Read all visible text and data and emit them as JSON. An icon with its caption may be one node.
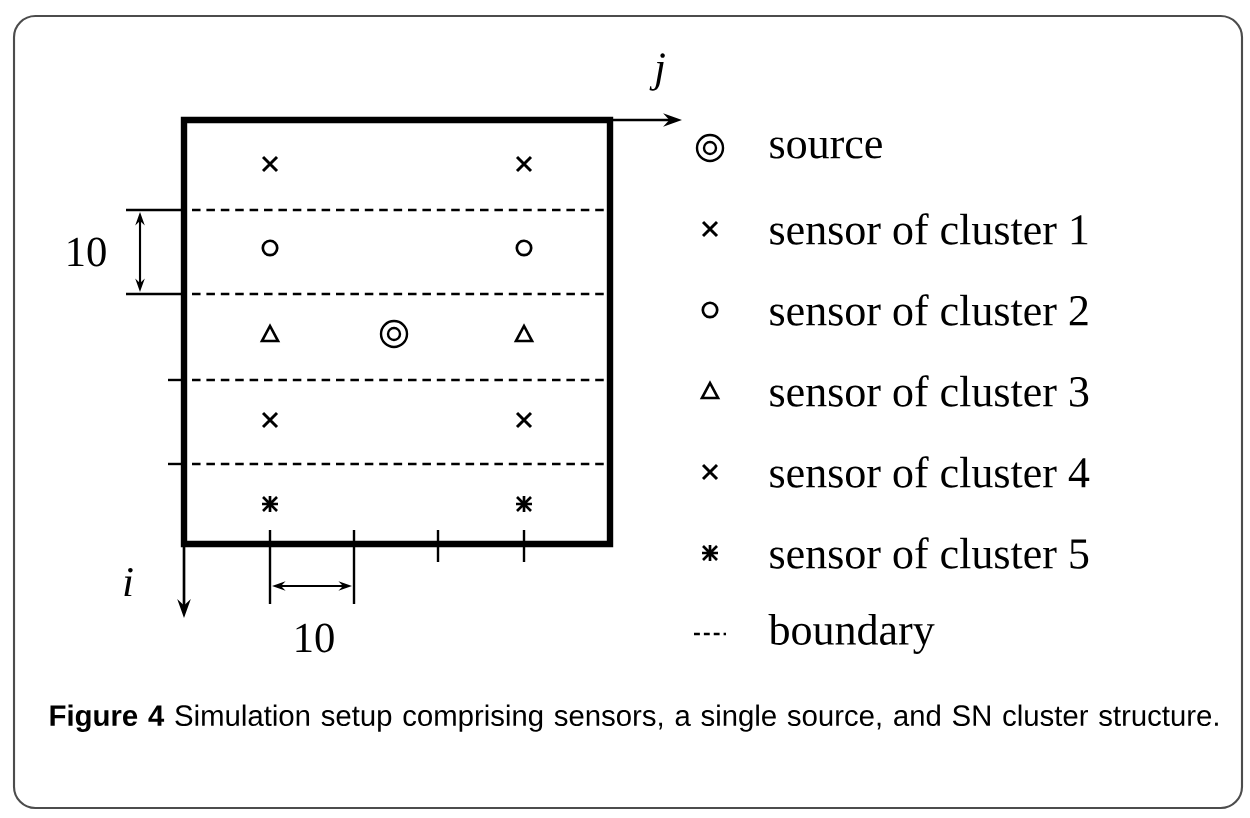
{
  "diagram": {
    "caption": "**Figure 4** Simulation setup comprising sensors, a single source, and SN cluster structure.",
    "labels": [
      "j",
      "10",
      "i",
      "10"
    ],
    "legend": [
      {
        "text": "source"
      },
      {
        "text": "sensor of cluster 1"
      },
      {
        "text": "sensor of cluster 2"
      },
      {
        "text": "sensor of cluster 3"
      },
      {
        "text": "sensor of cluster 4"
      },
      {
        "text": "sensor of cluster 5"
      },
      {
        "text": "boundary"
      }
    ]
  }
}
